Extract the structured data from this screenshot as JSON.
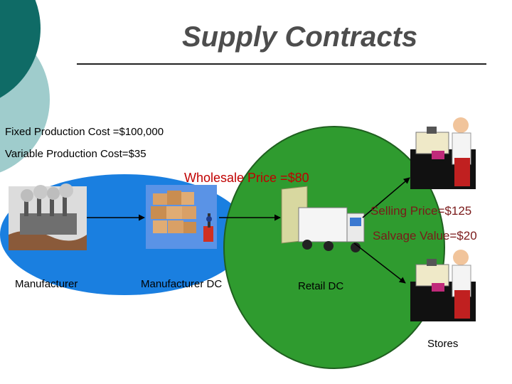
{
  "slide": {
    "title": "Supply Contracts"
  },
  "costs": {
    "fixed_production": "Fixed Production Cost =$100,000",
    "variable_production": "Variable Production Cost=$35"
  },
  "prices": {
    "wholesale": "Wholesale Price =$80",
    "selling": "Selling Price=$125",
    "salvage": "Salvage Value=$20"
  },
  "nodes": {
    "manufacturer": "Manufacturer",
    "manufacturer_dc": "Manufacturer DC",
    "retail_dc": "Retail DC",
    "stores": "Stores"
  },
  "colors": {
    "teal_dark": "#0f6b66",
    "teal_light": "#9fcccc",
    "blue_region": "#1a7fe0",
    "green_region": "#2f9b2f",
    "title_text": "#4d4d4d",
    "wholesale_text": "#c00000",
    "retail_price_text": "#7a1a1a"
  }
}
